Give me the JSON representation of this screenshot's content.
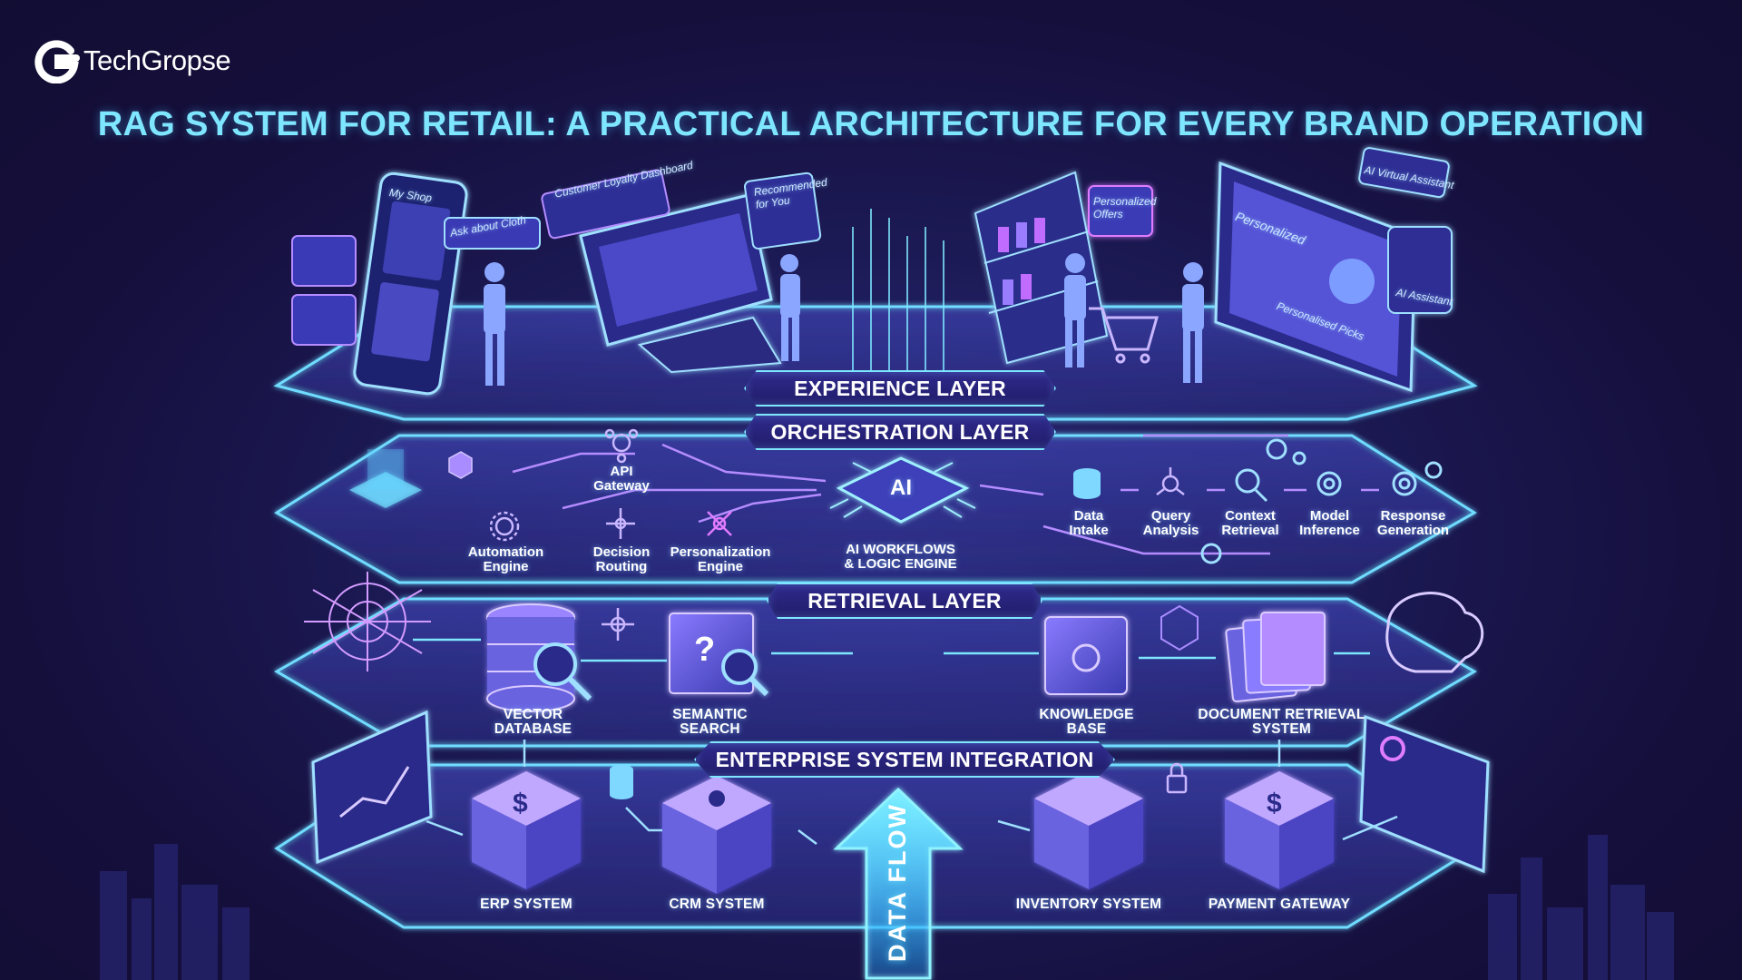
{
  "brand": {
    "name": "TechGropse",
    "logo_icon": "g-logo-icon"
  },
  "title": "RAG SYSTEM FOR RETAIL: A PRACTICAL ARCHITECTURE FOR EVERY BRAND OPERATION",
  "colors": {
    "background": "#14103a",
    "title": "#7fe6ff",
    "glow": "#67e0ff",
    "accent_purple": "#b57bff",
    "accent_pink": "#e07bff"
  },
  "layers": {
    "experience": "EXPERIENCE LAYER",
    "orchestration": "ORCHESTRATION LAYER",
    "retrieval": "RETRIEVAL LAYER",
    "integration": "ENTERPRISE SYSTEM INTEGRATION"
  },
  "experience_layer": {
    "screen_labels": [
      "Customer Loyalty Dashboard",
      "Recommended for You",
      "Ask about Cloth",
      "Personalized Offers",
      "AI Virtual Assistant",
      "Personalized",
      "Personalised Picks",
      "AI Assistant",
      "My Shop"
    ]
  },
  "orchestration_layer": {
    "left_nodes": [
      "API\nGateway",
      "Automation\nEngine",
      "Decision\nRouting",
      "Personalization\nEngine"
    ],
    "center": "AI WORKFLOWS\n& LOGIC ENGINE",
    "chip_label": "AI",
    "pipeline": [
      "Data\nIntake",
      "Query\nAnalysis",
      "Context\nRetrieval",
      "Model\nInference",
      "Response\nGeneration"
    ]
  },
  "retrieval_layer": {
    "nodes": [
      "VECTOR\nDATABASE",
      "SEMANTIC\nSEARCH",
      "KNOWLEDGE\nBASE",
      "DOCUMENT RETRIEVAL\nSYSTEM"
    ]
  },
  "integration_layer": {
    "systems": [
      "ERP SYSTEM",
      "CRM SYSTEM",
      "INVENTORY SYSTEM",
      "PAYMENT GATEWAY"
    ]
  },
  "data_flow_label": "DATA FLOW"
}
